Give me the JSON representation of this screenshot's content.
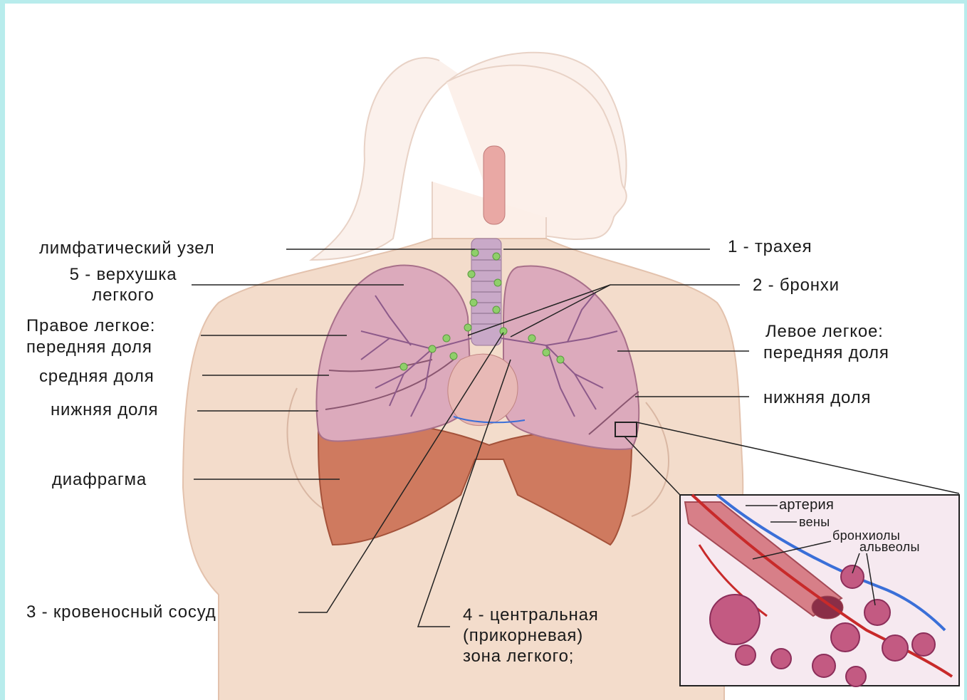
{
  "colors": {
    "frame": "#b8ecec",
    "skin": "#f3d9c6",
    "lung": "#d9a7b8",
    "diaphragm": "#c86a4e",
    "lymph_node": "#8fcf6a",
    "artery": "#c82a2a",
    "vein": "#3a6fd8"
  },
  "labels": {
    "lymph_node": "лимфатический узел",
    "apex_line1": "5 - верхушка",
    "apex_line2": "легкого",
    "right_lung_line1": "Правое легкое:",
    "right_lung_line2": "передняя доля",
    "middle_lobe": "средняя доля",
    "lower_lobe_right": "нижняя доля",
    "diaphragm": "диафрагма",
    "blood_vessel": "3 - кровеносный сосуд",
    "central_zone_line1": "4 - центральная",
    "central_zone_line2": "(прикорневая)",
    "central_zone_line3": "зона легкого;",
    "trachea": "1 - трахея",
    "bronchi": "2 - бронхи",
    "left_lung_line1": "Левое легкое:",
    "left_lung_line2": "передняя доля",
    "lower_lobe_left": "нижняя доля"
  },
  "inset": {
    "artery": "артерия",
    "veins": "вены",
    "bronchioles": "бронхиолы",
    "alveoli": "альвеолы"
  }
}
